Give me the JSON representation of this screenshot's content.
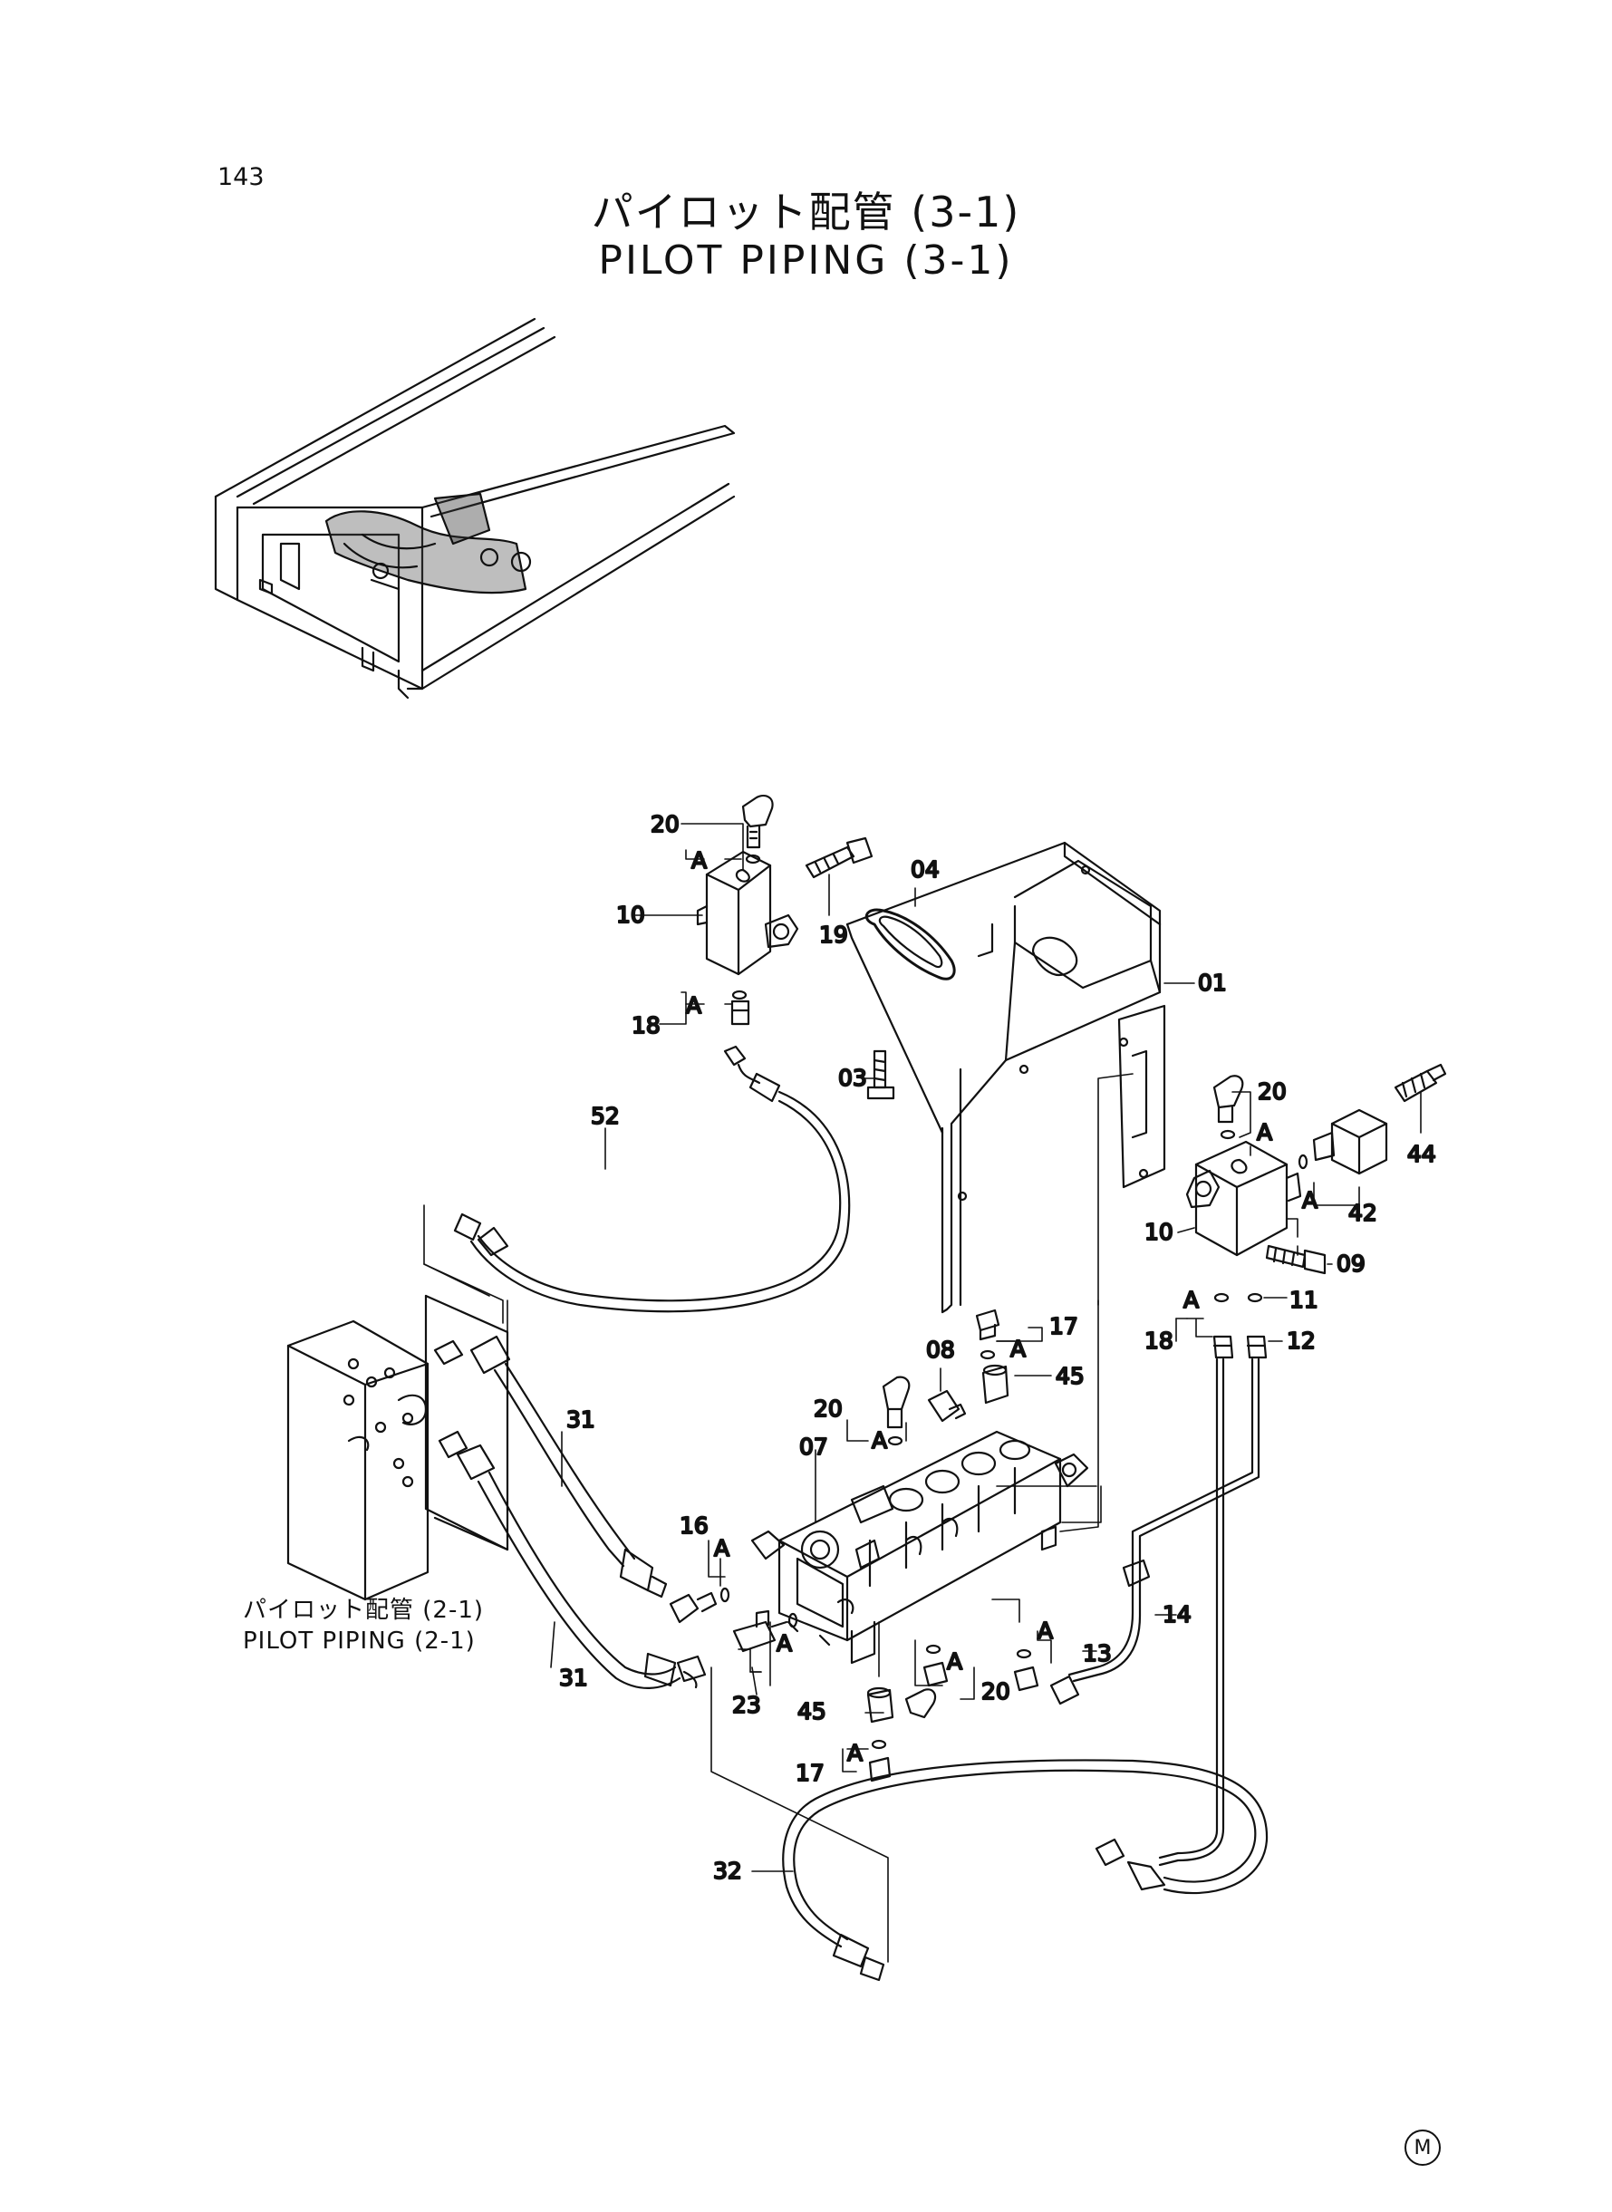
{
  "page": {
    "number": "143",
    "title_jp": "パイロット配管 (3-1)",
    "title_en": "PILOT PIPING (3-1)",
    "xref_jp": "パイロット配管 (2-1)",
    "xref_en": "PILOT PIPING (2-1)",
    "mark": "M"
  },
  "callouts": {
    "c01": "01",
    "c03": "03",
    "c04": "04",
    "c07": "07",
    "c08": "08",
    "c09": "09",
    "c10a": "10",
    "c10b": "10",
    "c11": "11",
    "c12": "12",
    "c13": "13",
    "c14": "14",
    "c16": "16",
    "c17a": "17",
    "c17b": "17",
    "c18a": "18",
    "c18b": "18",
    "c19": "19",
    "c20a": "20",
    "c20b": "20",
    "c20c": "20",
    "c20d": "20",
    "c23": "23",
    "c31a": "31",
    "c31b": "31",
    "c32": "32",
    "c42": "42",
    "c44": "44",
    "c45a": "45",
    "c45b": "45",
    "c52": "52",
    "a1": "A",
    "a2": "A",
    "a3": "A",
    "a4": "A",
    "a5": "A",
    "a6": "A",
    "a7": "A",
    "a8": "A",
    "a9": "A",
    "a10": "A",
    "a11": "A",
    "a12": "A"
  }
}
